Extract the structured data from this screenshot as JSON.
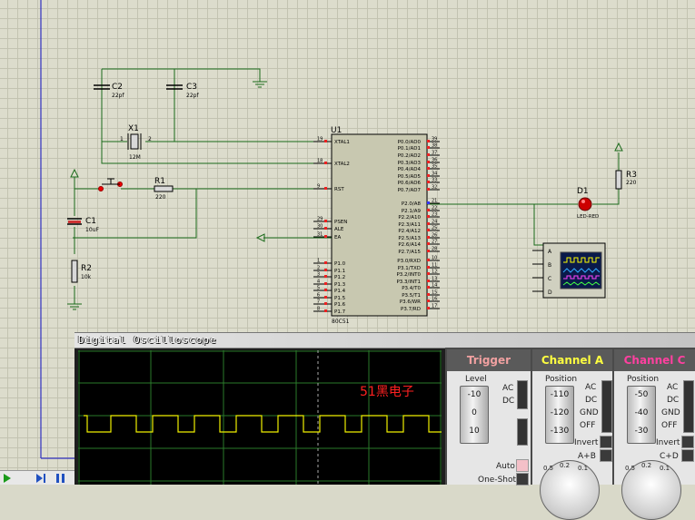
{
  "schematic": {
    "capacitors": {
      "c2_name": "C2",
      "c2_value": "22pf",
      "c3_name": "C3",
      "c3_value": "22pf",
      "c1_name": "C1",
      "c1_value": "10uF"
    },
    "crystal": {
      "name": "X1",
      "value": "12M",
      "pin1": "1",
      "pin2": "2"
    },
    "resistors": {
      "r1_name": "R1",
      "r1_value": "220",
      "r2_name": "R2",
      "r2_value": "10k",
      "r3_name": "R3",
      "r3_value": "220"
    },
    "led": {
      "name": "D1",
      "value": "LED-RED"
    },
    "mcu": {
      "name": "U1",
      "part": "80C51",
      "left_pins": [
        {
          "num": "19",
          "name": "XTAL1"
        },
        {
          "num": "18",
          "name": "XTAL2"
        },
        {
          "num": "9",
          "name": "RST"
        },
        {
          "num": "29",
          "name": "PSEN"
        },
        {
          "num": "30",
          "name": "ALE"
        },
        {
          "num": "31",
          "name": "EA"
        },
        {
          "num": "1",
          "name": "P1.0"
        },
        {
          "num": "2",
          "name": "P1.1"
        },
        {
          "num": "3",
          "name": "P1.2"
        },
        {
          "num": "4",
          "name": "P1.3"
        },
        {
          "num": "5",
          "name": "P1.4"
        },
        {
          "num": "6",
          "name": "P1.5"
        },
        {
          "num": "7",
          "name": "P1.6"
        },
        {
          "num": "8",
          "name": "P1.7"
        }
      ],
      "right_pins": [
        {
          "num": "39",
          "name": "P0.0/AD0"
        },
        {
          "num": "38",
          "name": "P0.1/AD1"
        },
        {
          "num": "37",
          "name": "P0.2/AD2"
        },
        {
          "num": "36",
          "name": "P0.3/AD3"
        },
        {
          "num": "35",
          "name": "P0.4/AD4"
        },
        {
          "num": "34",
          "name": "P0.5/AD5"
        },
        {
          "num": "33",
          "name": "P0.6/AD6"
        },
        {
          "num": "32",
          "name": "P0.7/AD7"
        },
        {
          "num": "21",
          "name": "P2.0/A8"
        },
        {
          "num": "22",
          "name": "P2.1/A9"
        },
        {
          "num": "23",
          "name": "P2.2/A10"
        },
        {
          "num": "24",
          "name": "P2.3/A11"
        },
        {
          "num": "25",
          "name": "P2.4/A12"
        },
        {
          "num": "26",
          "name": "P2.5/A13"
        },
        {
          "num": "27",
          "name": "P2.6/A14"
        },
        {
          "num": "28",
          "name": "P2.7/A15"
        },
        {
          "num": "10",
          "name": "P3.0/RXD"
        },
        {
          "num": "11",
          "name": "P3.1/TXD"
        },
        {
          "num": "12",
          "name": "P3.2/INT0"
        },
        {
          "num": "13",
          "name": "P3.3/INT1"
        },
        {
          "num": "14",
          "name": "P3.4/T0"
        },
        {
          "num": "15",
          "name": "P3.5/T1"
        },
        {
          "num": "16",
          "name": "P3.6/WR"
        },
        {
          "num": "17",
          "name": "P3.7/RD"
        }
      ]
    },
    "scope_symbol": {
      "channels": [
        "A",
        "B",
        "C",
        "D"
      ]
    }
  },
  "oscilloscope": {
    "title": "Digital Oscilloscope",
    "overlay_text": "51黑电子",
    "trigger": {
      "header": "Trigger",
      "level_label": "Level",
      "knob_values": [
        "-10",
        "0",
        "10"
      ],
      "ac": "AC",
      "dc": "DC",
      "auto": "Auto",
      "one_shot": "One-Shot"
    },
    "channel_a": {
      "header": "Channel A",
      "position_label": "Position",
      "knob_values": [
        "-110",
        "-120",
        "-130"
      ],
      "ac": "AC",
      "dc": "DC",
      "gnd": "GND",
      "off": "OFF",
      "invert": "Invert",
      "sum": "A+B",
      "dial_ticks": [
        "0.5",
        "0.2",
        "0.1"
      ]
    },
    "channel_c": {
      "header": "Channel C",
      "position_label": "Position",
      "knob_values": [
        "-50",
        "-40",
        "-30"
      ],
      "ac": "AC",
      "dc": "DC",
      "gnd": "GND",
      "off": "OFF",
      "invert": "Invert",
      "sum": "C+D",
      "dial_ticks": [
        "0.5",
        "0.2",
        "0.1"
      ]
    },
    "colors": {
      "trace": "#f0f000",
      "trigger_header": "#f0a0a0",
      "channel_a_header": "#ffff40",
      "channel_c_header": "#ff40a0"
    }
  }
}
